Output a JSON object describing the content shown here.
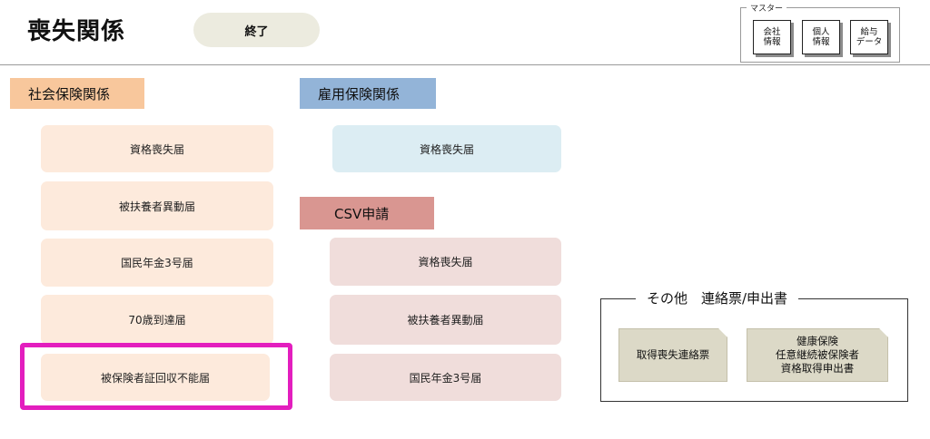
{
  "header": {
    "title": "喪失関係",
    "end_button": "終了"
  },
  "master": {
    "label": "マスター",
    "buttons": [
      "会社\n情報",
      "個人\n情報",
      "給与\nデータ"
    ]
  },
  "social_insurance": {
    "title": "社会保険関係",
    "items": [
      "資格喪失届",
      "被扶養者異動届",
      "国民年金3号届",
      "70歳到達届",
      "被保険者証回収不能届"
    ]
  },
  "employment_insurance": {
    "title": "雇用保険関係",
    "items": [
      "資格喪失届"
    ]
  },
  "csv": {
    "title": "CSV申請",
    "items": [
      "資格喪失届",
      "被扶養者異動届",
      "国民年金3号届"
    ]
  },
  "other": {
    "title": "その他　連絡票/申出書",
    "buttons": [
      "取得喪失連絡票",
      "健康保険\n任意継続被保険者\n資格取得申出書"
    ]
  },
  "colors": {
    "social_header": "#f8c79c",
    "employment_header": "#93b4d8",
    "csv_header": "#d99691",
    "highlight": "#e31ebe"
  }
}
